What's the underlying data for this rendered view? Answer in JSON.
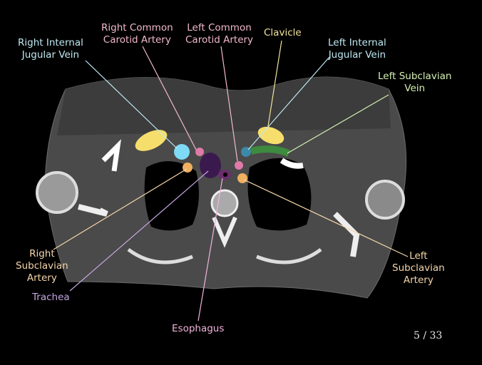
{
  "labels": {
    "right_ijv": {
      "text": "Right Internal\nJugular Vein",
      "color": "#bfe8f2"
    },
    "right_cca": {
      "text": "Right Common\nCarotid Artery",
      "color": "#f2b9cc"
    },
    "left_cca": {
      "text": "Left Common\nCarotid Artery",
      "color": "#f2b9cc"
    },
    "clavicle": {
      "text": "Clavicle",
      "color": "#f2e49a"
    },
    "left_ijv": {
      "text": "Left Internal\nJugular Vein",
      "color": "#bfe8f2"
    },
    "left_subclavian_vein": {
      "text": "Left Subclavian\nVein",
      "color": "#d4f0b4"
    },
    "right_subclavian_artery": {
      "text": "Right\nSubclavian\nArtery",
      "color": "#f5d6aa"
    },
    "trachea": {
      "text": "Trachea",
      "color": "#c4a6e0"
    },
    "esophagus": {
      "text": "Esophagus",
      "color": "#f2b4dc"
    },
    "left_subclavian_artery": {
      "text": "Left\nSubclavian\nArtery",
      "color": "#f5d6aa"
    }
  },
  "pagination": {
    "current": "5 / 33"
  }
}
